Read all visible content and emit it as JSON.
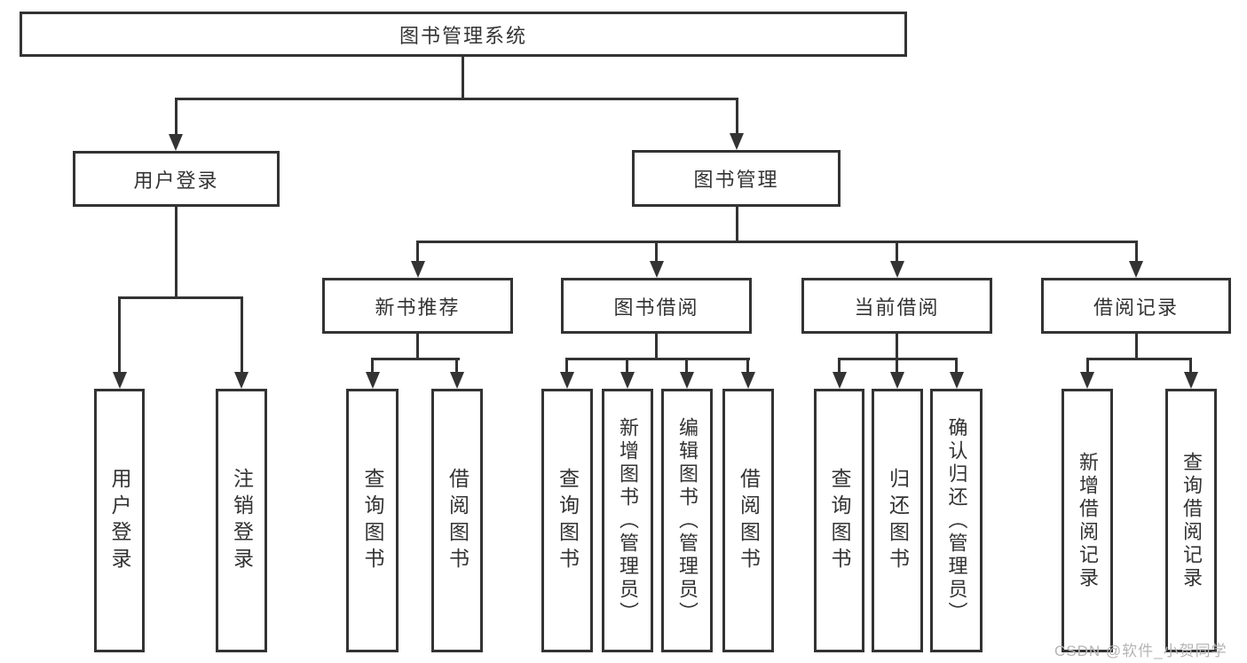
{
  "nodes": {
    "root": {
      "label": "图书管理系统"
    },
    "level2": [
      {
        "label": "用户登录"
      },
      {
        "label": "图书管理"
      }
    ],
    "level3": [
      {
        "label": "新书推荐"
      },
      {
        "label": "图书借阅"
      },
      {
        "label": "当前借阅"
      },
      {
        "label": "借阅记录"
      }
    ],
    "leaves": [
      {
        "label": "用户登录"
      },
      {
        "label": "注销登录"
      },
      {
        "label": "查询图书"
      },
      {
        "label": "借阅图书"
      },
      {
        "label": "查询图书"
      },
      {
        "label": "新增图书（管理员）"
      },
      {
        "label": "编辑图书（管理员）"
      },
      {
        "label": "借阅图书"
      },
      {
        "label": "查询图书"
      },
      {
        "label": "归还图书"
      },
      {
        "label": "确认归还（管理员）"
      },
      {
        "label": "新增借阅记录"
      },
      {
        "label": "查询借阅记录"
      }
    ]
  },
  "watermark": {
    "text": "CSDN @软件_小贺同学"
  },
  "colors": {
    "line": "#333333",
    "text": "#333333",
    "watermark": "#b5b5b5",
    "background": "#ffffff"
  }
}
